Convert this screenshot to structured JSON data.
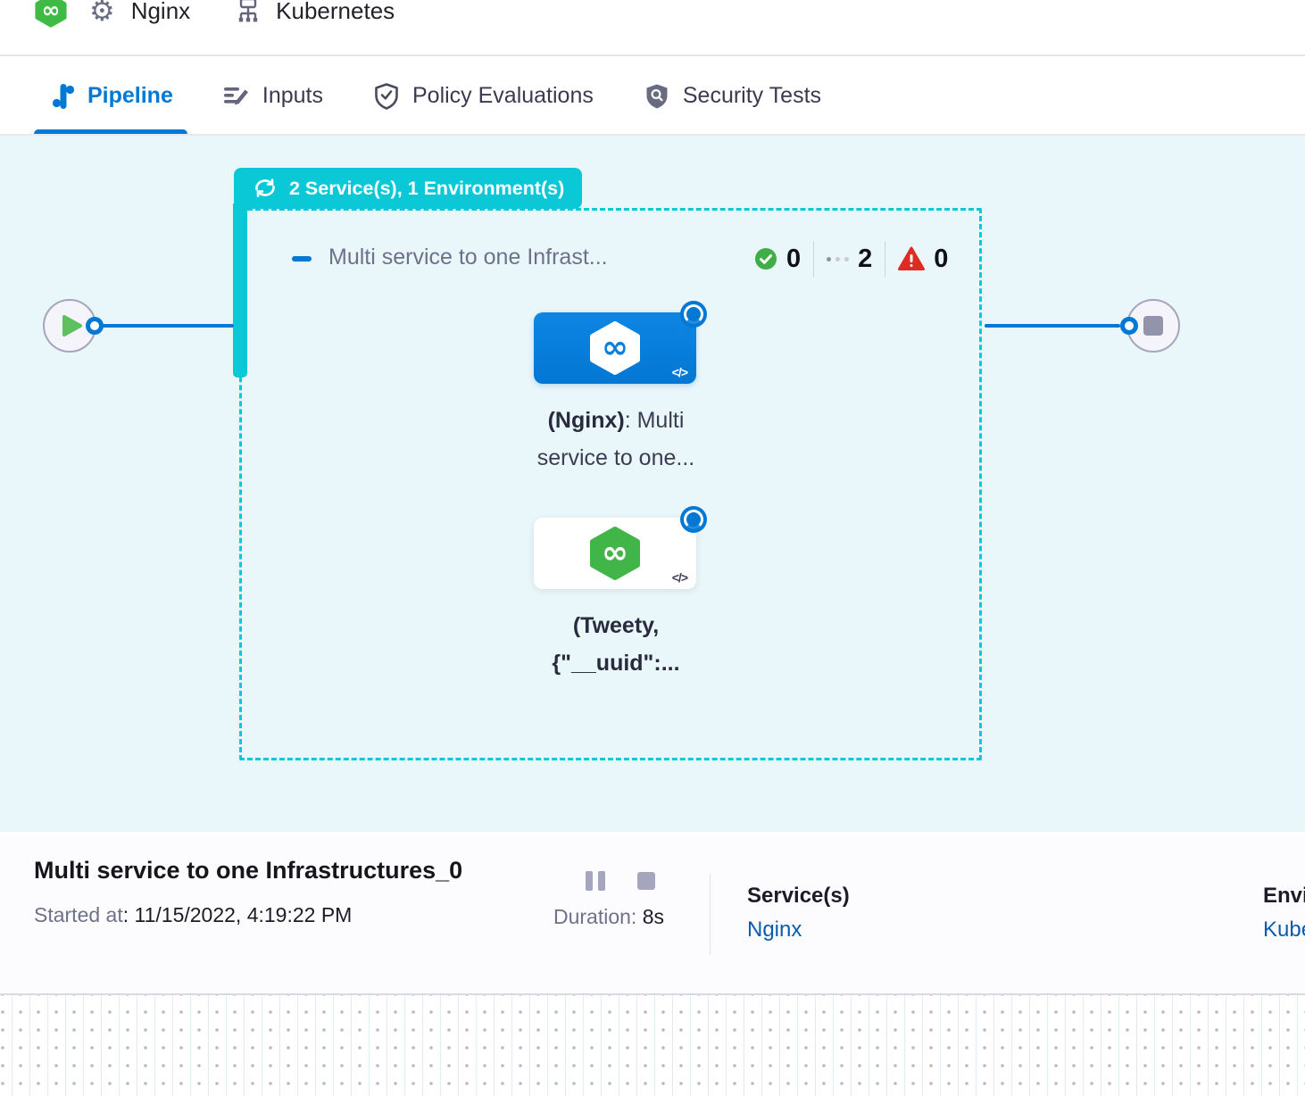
{
  "colors": {
    "accent_blue": "#0278d5",
    "teal": "#0bc8d6",
    "success_green": "#3fae46",
    "logo_green": "#3fba45",
    "error_red": "#dd2c20",
    "link_blue": "#0b5cad",
    "canvas_bg": "#e9f6fa"
  },
  "header": {
    "pipeline_name": "Nginx",
    "environment_name": "Kubernetes"
  },
  "tabs": [
    {
      "label": "Pipeline"
    },
    {
      "label": "Inputs"
    },
    {
      "label": "Policy Evaluations"
    },
    {
      "label": "Security Tests"
    }
  ],
  "canvas": {
    "group_badge_label": "2 Service(s), 1 Environment(s)",
    "stage_group": {
      "title": "Multi service to one Infrast...",
      "counters": {
        "success": "0",
        "running": "2",
        "failed": "0"
      }
    },
    "stage_nodes": [
      {
        "name_bold": "(Nginx)",
        "name_rest": ": Multi service to one...",
        "icon_code": "</>"
      },
      {
        "name_bold": "(Tweety, {\"__uuid\":...",
        "icon_code": "</>"
      }
    ]
  },
  "footer": {
    "title": "Multi service to one Infrastructures_0",
    "started_label": "Started at",
    "started_value": ": 11/15/2022, 4:19:22 PM",
    "duration_label": "Duration:",
    "duration_value": "8s",
    "services_label": "Service(s)",
    "services_value": "Nginx",
    "environments_label": "Environment(s)",
    "environments_value": "Kubernetes"
  }
}
